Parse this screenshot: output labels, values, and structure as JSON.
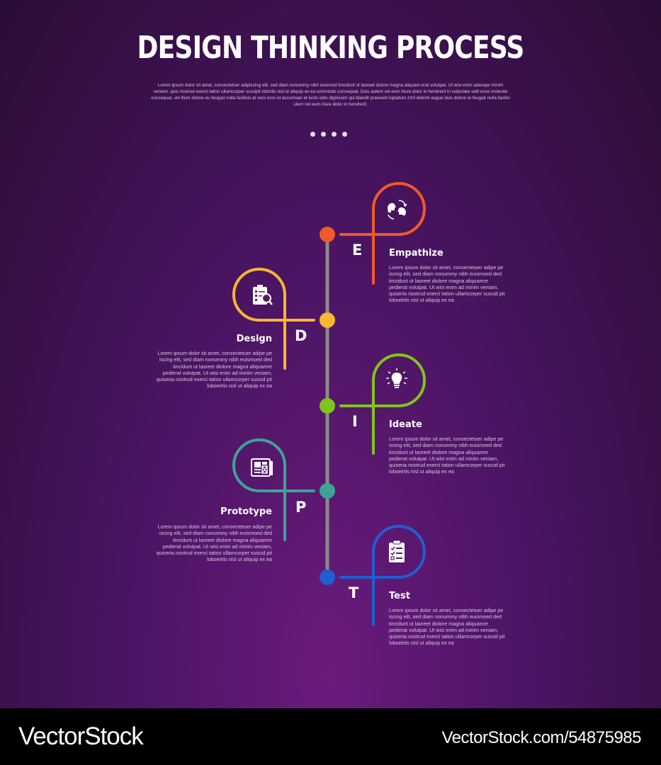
{
  "header": {
    "title": "DESIGN THINKING PROCESS",
    "subtitle": "Lorem ipsum dolor sit amet, consectetuer adipiscing elit, sed diam nonummy nibh euismod tincidunt ut laoreet dolore magna aliquam erat volutpat. Ut wisi enim aderape minim veniam, quis nostrud exerci tation ullamcorper suscipit lobortis nisl ut aliquip ex ea commodo consequat. Duis autem vel eum iriure dolor in hendrerit in vulputate velit esse molestie consequat, vel illum dolore eu feugiat nulla facilisis at vero eros et accumsan et iusto odio dignissim qui blandit praesent luptatum zzril delenit augue duis dolore te feugait nulla facilisi utem vel eum iriure dolor in hendrerit."
  },
  "colors": {
    "empathize": "#f05a28",
    "design": "#f7b731",
    "ideate": "#7fc51b",
    "prototype": "#3aa596",
    "test": "#1f5fd1",
    "spine": "#8a8a8a"
  },
  "steps": [
    {
      "letter": "E",
      "title": "Empathize",
      "icon": "two-heads-exchange-icon",
      "description": "Lorem ipsum dolor sit amet, consectetuer adipe pe iscing elit, sed diam nonummy nibh euismoed ded tincidunt ut laoreet diolore magna aliquamre pedierat volutpat. Ut wisi enim ad minim veniam, quiseria nostrud exerci tation ullamcorper suscid pit loboeirtis nisl ut aliquip ex ea"
    },
    {
      "letter": "D",
      "title": "Design",
      "icon": "clipboard-magnifier-icon",
      "description": "Lorem ipsum dolor sit amet, consectetuer adipe pe iscing elit, sed diam nonummy nibh euismoed ded tincidunt ut laoreet diolore magna aliquamre pedierat volutpat. Ut wisi enim ad minim veniam, quiseria nostrud exerci tation ullamcorper suscid pit loboeirtis nisl ut aliquip ex ea"
    },
    {
      "letter": "I",
      "title": "Ideate",
      "icon": "lightbulb-icon",
      "description": "Lorem ipsum dolor sit amet, consectetuer adipe pe iscing elit, sed diam nonummy nibh euismoed ded tincidunt ut laoreet diolore magna aliquamre pedierat volutpat. Ut wisi enim ad minim veniam, quiseria nostrud exerci tation ullamcorper suscid pit loboeirtis nisl ut aliquip ex ea"
    },
    {
      "letter": "P",
      "title": "Prototype",
      "icon": "blueprint-icon",
      "description": "Lorem ipsum dolor sit amet, consectetuer adipe pe iscing elit, sed diam nonummy nibh euismoed ded tincidunt ut laoreet diolore magna aliquamre pedierat volutpat. Ut wisi enim ad minim veniam, quiseria nostrud exerci tation ullamcorper suscid pit loboeirtis nisl ut aliquip ex ea"
    },
    {
      "letter": "T",
      "title": "Test",
      "icon": "checklist-icon",
      "description": "Lorem ipsum dolor sit amet, consectetuer adipe pe iscing elit, sed diam nonummy nibh euismoed ded tincidunt ut laoreet diolore magna aliquamre pedierat volutpat. Ut wisi enim ad minim veniam, quiseria nostrud exerci tation ullamcorper suscid pit loboeirtis nisl ut aliquip ex ea"
    }
  ],
  "footer": {
    "brand": "VectorStock",
    "watermark": "VectorStock.com/54875985"
  }
}
